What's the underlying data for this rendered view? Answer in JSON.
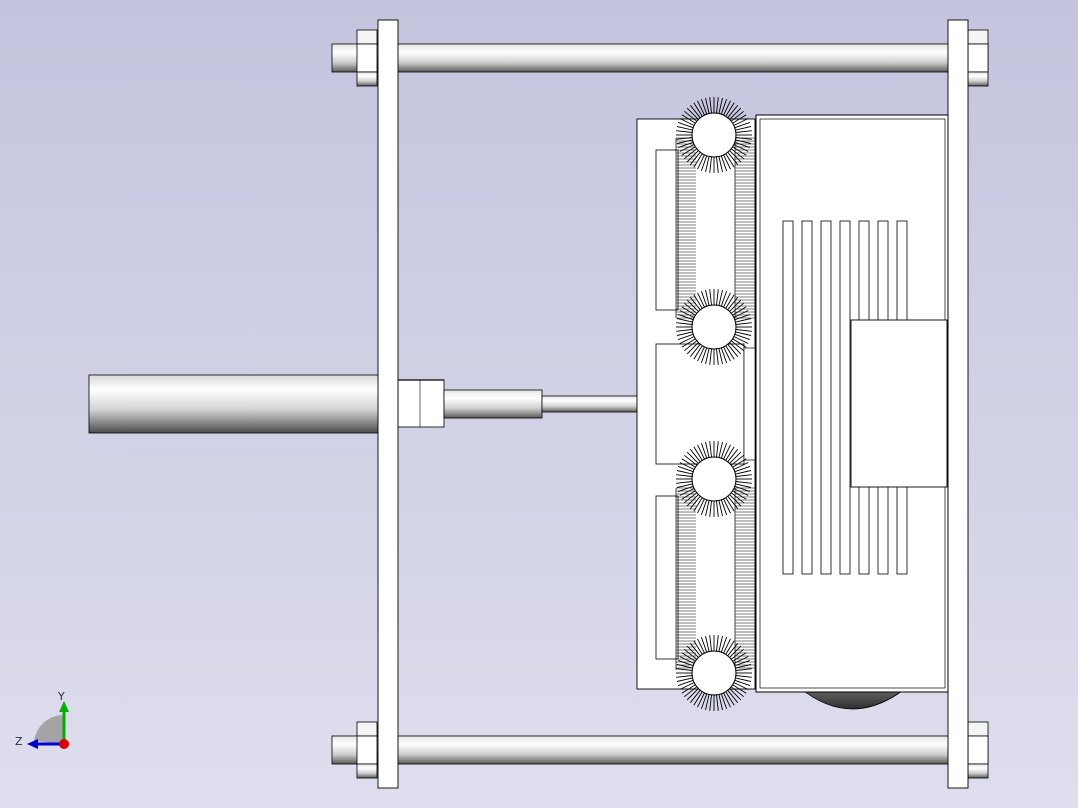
{
  "viewport": {
    "background_top": "#c4c4de",
    "background_bottom": "#dedeee"
  },
  "colors": {
    "part_fill": "#ffffff",
    "part_stroke": "#000000",
    "steel_light": "#fafafa",
    "steel_dark": "#555555",
    "nut_fill": "#f4f4f4",
    "wheel_dark": "#3c3c3c",
    "axis_x": "#e00000",
    "axis_y": "#00b000",
    "axis_z": "#0000d0"
  },
  "triad": {
    "x_label": "",
    "y_label": "Y",
    "z_label": "Z"
  },
  "model": {
    "bristles_per_roller": 56,
    "housing_fins": 7
  }
}
